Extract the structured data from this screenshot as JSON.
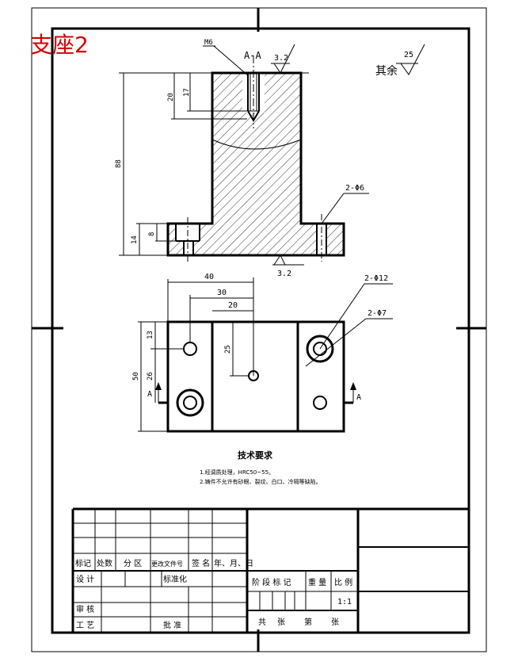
{
  "drawing": {
    "part_title": "支座2",
    "section_label": "A-A",
    "roughness_top": "3.2",
    "roughness_bottom": "3.2",
    "roughness_rest_label": "其余",
    "roughness_rest_value": "25",
    "thread_label": "M6",
    "dims_front": {
      "d20": "20",
      "d17": "17",
      "d88": "88",
      "d14": "14",
      "d8": "8"
    },
    "hole_label_front": "2-Φ6",
    "dims_top": {
      "d40": "40",
      "d30": "30",
      "d20": "20",
      "d13": "13",
      "d25v": "25",
      "d50": "50",
      "d26": "26"
    },
    "hole_label_12": "2-Φ12",
    "hole_label_7": "2-Φ7",
    "cut_mark_left": "A",
    "cut_mark_right": "A"
  },
  "notes": {
    "title": "技术要求",
    "line1": "1.经调质处理，HRC50~55。",
    "line2": "2.铸件不允许有砂眼、裂纹、白口、冷隔等缺陷。"
  },
  "title_block": {
    "mark": "标记",
    "count": "处数",
    "zone": "分 区",
    "change_doc": "更改文件号",
    "sign": "签 名",
    "date": "年、月、日",
    "design": "设 计",
    "standard": "标准化",
    "stage_mark": "阶 段 标 记",
    "weight": "重 量",
    "scale": "比 例",
    "scale_value": "1:1",
    "review": "审 核",
    "process": "工 艺",
    "approve": "批 准",
    "total": "共",
    "sheets": "张",
    "page": "第",
    "sheet2": "张"
  }
}
